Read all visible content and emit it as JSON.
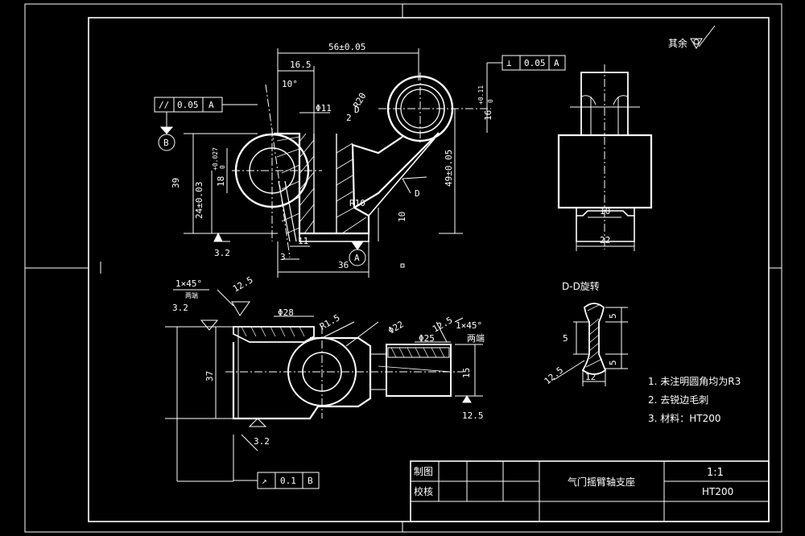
{
  "surface_finish": {
    "others_label": "其余",
    "r1": "3.2",
    "r2": "3.2",
    "r3": "12.5",
    "r4": "3.2",
    "r5": "12.5",
    "r6": "3.2",
    "r7": "12.5"
  },
  "front_view": {
    "dim_56": "56±0.05",
    "dim_16_5": "16.5",
    "dim_10deg": "10°",
    "dim_11_top": "Φ11",
    "dim_R20": "R20",
    "dim_2": "2",
    "dim_D": "D",
    "dim_16_top": "16",
    "dim_16_tol": "+0.11",
    "dim_16_tol_low": "0",
    "dim_18": "18",
    "dim_18_tol": "+0.027",
    "dim_18_tol_low": "0",
    "dim_39": "39",
    "dim_24": "24±0.03",
    "dim_49": "49±0.05",
    "dim_R10": "R10",
    "dim_10": "10",
    "dim_11_bot": "11",
    "dim_3": "3",
    "dim_36": "36",
    "datum_A": "A",
    "datum_B": "B",
    "dim_D_cut": "D"
  },
  "fcf_parallel": {
    "symbol": "//",
    "value": "0.05",
    "datum": "A"
  },
  "fcf_perp": {
    "symbol": "⊥",
    "value": "0.05",
    "datum": "A"
  },
  "fcf_runout": {
    "symbol": "↗",
    "value": "0.1",
    "datum": "B"
  },
  "side_view": {
    "dim_10": "10",
    "dim_22": "22"
  },
  "bottom_view": {
    "chamfer_left": "1×45°",
    "chamfer_left_note": "两端",
    "dim_12_5": "12.5",
    "dim_28": "Φ28",
    "dim_R1_5": "R1.5",
    "dim_22": "Φ22",
    "dim_12_5b": "12.5",
    "chamfer_right": "1×45°",
    "chamfer_right_note": "两端",
    "dim_25": "Φ25",
    "dim_15": "15",
    "dim_37": "37"
  },
  "section_dd": {
    "title": "D-D旋转",
    "dim_5a": "5",
    "dim_5b": "5",
    "dim_5c": "5",
    "dim_12": "12",
    "dim_12_5": "12.5"
  },
  "notes": [
    "1. 未注明圆角均为R3",
    "2. 去锐边毛刺",
    "3. 材料：HT200"
  ],
  "title_block": {
    "row1_label": "制图",
    "row2_label": "校核",
    "part_name": "气门摇臂轴支座",
    "scale": "1:1",
    "material": "HT200"
  },
  "colors": {
    "background": "#000000",
    "lines": "#ffffff",
    "centerline": "#ffffff"
  }
}
